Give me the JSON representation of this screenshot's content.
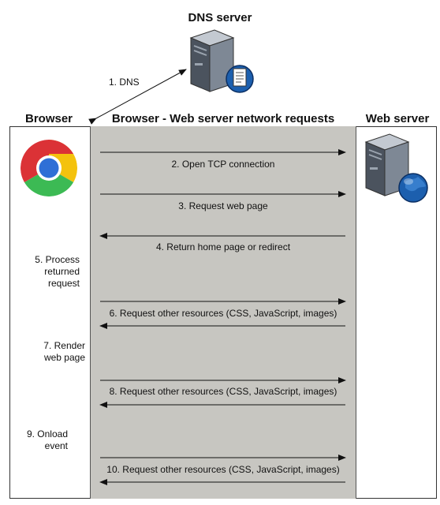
{
  "header": {
    "dns_server": "DNS server",
    "browser": "Browser",
    "middle": "Browser - Web server network requests",
    "web_server": "Web server"
  },
  "dns_step": "1. DNS",
  "messages": [
    "2. Open TCP connection",
    "3. Request web page",
    "4. Return home page or redirect",
    "6. Request other resources (CSS, JavaScript, images)",
    "8. Request other resources (CSS, JavaScript, images)",
    "10. Request other resources (CSS, JavaScript, images)"
  ],
  "browser_steps": [
    [
      "5. Process",
      "returned",
      "request"
    ],
    [
      "7. Render",
      "web page"
    ],
    [
      "9. Onload",
      "event"
    ]
  ],
  "colors": {
    "band": "#c7c6c1",
    "server_body": "#5b6470",
    "globe": "#1c5fae",
    "chrome_red": "#db3236",
    "chrome_yellow": "#f4c20d",
    "chrome_green": "#3cba54",
    "chrome_blue": "#4885ed"
  },
  "icons": [
    "dns-server-icon",
    "chrome-browser-icon",
    "web-server-icon"
  ]
}
